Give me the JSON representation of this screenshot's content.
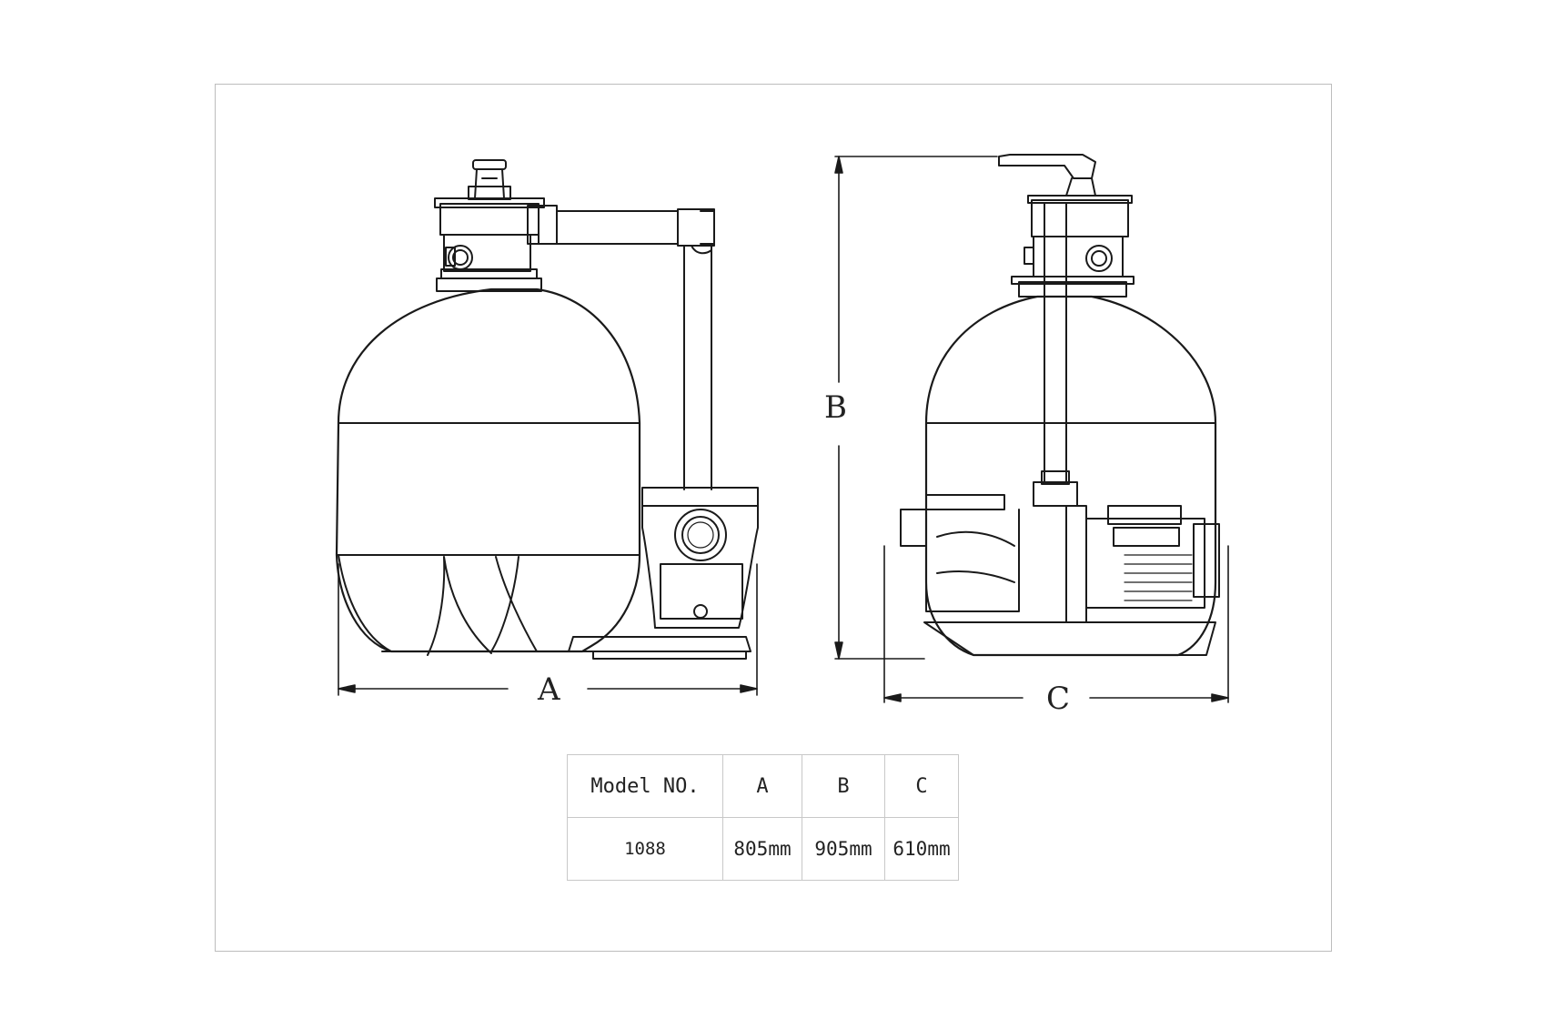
{
  "dimension_labels": {
    "a": "A",
    "b": "B",
    "c": "C"
  },
  "table": {
    "headers": [
      "Model NO.",
      "A",
      "B",
      "C"
    ],
    "rows": [
      [
        "1088",
        "805mm",
        "905mm",
        "610mm"
      ]
    ]
  },
  "colors": {
    "line": "#1a1a1a",
    "frame": "#bdbdbd"
  }
}
